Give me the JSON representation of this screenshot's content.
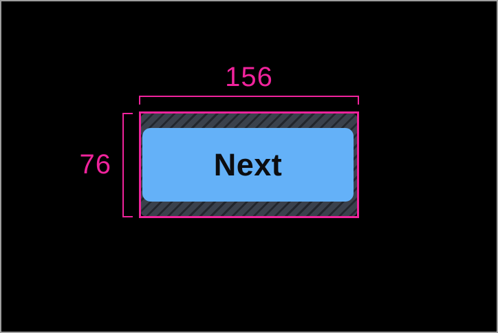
{
  "annotations": {
    "width_label": "156",
    "height_label": "76"
  },
  "button": {
    "label": "Next"
  },
  "colors": {
    "background": "#000000",
    "frame_border": "#9e9e9e",
    "accent_pink": "#f0239c",
    "button_fill": "#64b1f8",
    "button_text": "#0c0d10",
    "hatch_base": "#3a414c",
    "hatch_stripe": "#22262d"
  }
}
